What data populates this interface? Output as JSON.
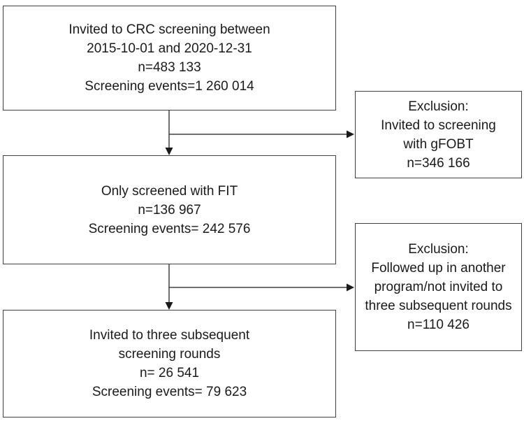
{
  "flowchart": {
    "main_boxes": [
      {
        "id": "invited-crc-screening",
        "lines": [
          "Invited to CRC screening between",
          "2015-10-01 and 2020-12-31",
          "n=483 133",
          "Screening events=1 260 014"
        ]
      },
      {
        "id": "only-screened-fit",
        "lines": [
          "Only screened with FIT",
          "n=136 967",
          "Screening events= 242 576"
        ]
      },
      {
        "id": "invited-three-rounds",
        "lines": [
          "Invited to three subsequent",
          "screening rounds",
          "n= 26 541",
          "Screening events= 79 623"
        ]
      }
    ],
    "exclusion_boxes": [
      {
        "id": "exclusion-gfobt",
        "lines": [
          "Exclusion:",
          "Invited to screening",
          "with gFOBT",
          "n=346 166"
        ]
      },
      {
        "id": "exclusion-other-program",
        "lines": [
          "Exclusion:",
          "Followed up in another",
          "program/not invited to",
          "three subsequent rounds",
          "n=110 426"
        ]
      }
    ],
    "colors": {
      "border": "#404040",
      "connector": "#404040",
      "text": "#1a1a1a",
      "background": "#ffffff"
    }
  }
}
